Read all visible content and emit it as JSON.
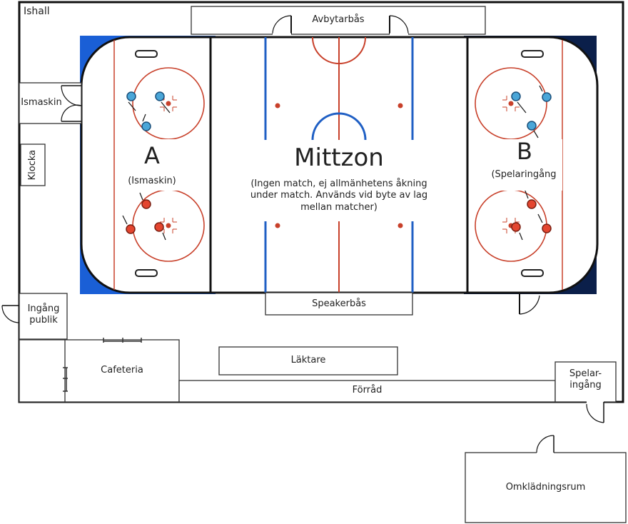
{
  "building": {
    "label": "Ishall"
  },
  "rooms": {
    "avbytarbas": "Avbytarbås",
    "ismaskin": "Ismaskin",
    "klocka": "Klocka",
    "ingang_publik": "Ingång\npublik",
    "cafeteria": "Cafeteria",
    "laktare": "Läktare",
    "forrad": "Förråd",
    "spelaringang": "Spelar-\ningång",
    "speakerbas": "Speakerbås",
    "omkladningsrum": "Omklädningsrum"
  },
  "zones": {
    "a": {
      "title": "A",
      "subtitle": "(Ismaskin)"
    },
    "mittzon": {
      "title": "Mittzon",
      "subtitle": "(Ingen match, ej allmänhetens åkning\nunder match. Används vid byte av lag\nmellan matcher)"
    },
    "b": {
      "title": "B",
      "subtitle": "(Spelaringång"
    }
  },
  "colors": {
    "rink_blue_bg": "#1a5fd6",
    "rink_navy_bg": "#0b1f4a",
    "red_line": "#c8402a",
    "blue_line": "#1f5fc4",
    "player_blue": "#4aa6d8",
    "player_red": "#e4452f",
    "wall": "#111111"
  }
}
